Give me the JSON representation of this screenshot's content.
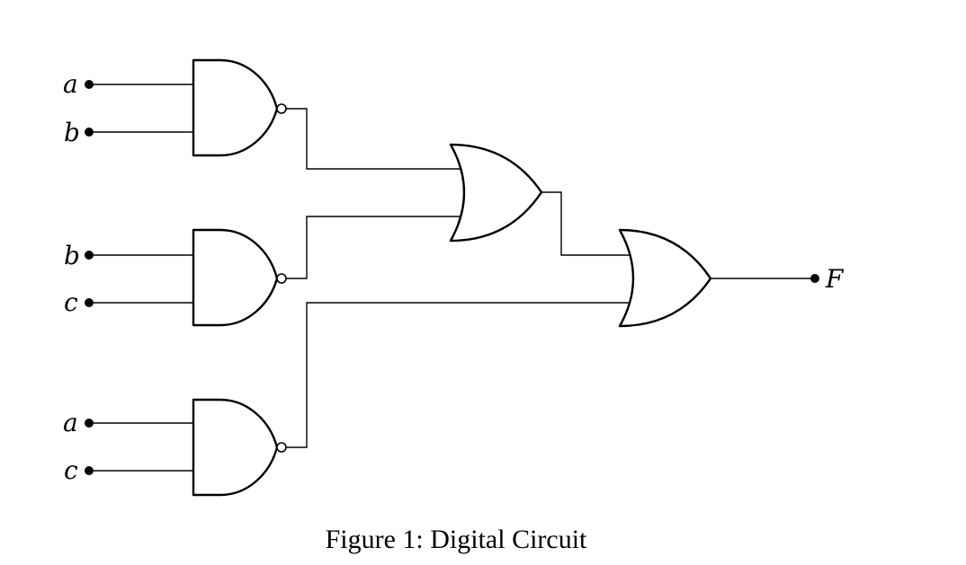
{
  "caption": "Figure 1: Digital Circuit",
  "inputs": [
    {
      "label": "a"
    },
    {
      "label": "b"
    },
    {
      "label": "b"
    },
    {
      "label": "c"
    },
    {
      "label": "a"
    },
    {
      "label": "c"
    }
  ],
  "output": {
    "label": "F"
  },
  "gates": [
    {
      "type": "NAND",
      "inputs": [
        "a",
        "b"
      ]
    },
    {
      "type": "NAND",
      "inputs": [
        "b",
        "c"
      ]
    },
    {
      "type": "NAND",
      "inputs": [
        "a",
        "c"
      ]
    },
    {
      "type": "OR",
      "inputs": [
        "NAND(a,b)",
        "NAND(b,c)"
      ]
    },
    {
      "type": "OR",
      "inputs": [
        "OR1",
        "NAND(a,c)"
      ]
    }
  ],
  "colors": {
    "stroke": "#000000",
    "background": "#ffffff"
  }
}
